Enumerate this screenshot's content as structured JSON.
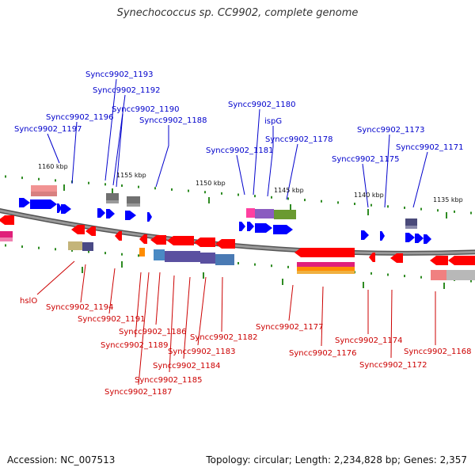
{
  "title": "Synechococcus sp. CC9902, complete genome",
  "footer": {
    "accession": "Accession: NC_007513",
    "summary": "Topology: circular; Length: 2,234,828 bp; Genes: 2,357"
  },
  "colors": {
    "upper_label": "#0000cc",
    "lower_label": "#cc0000",
    "forward_gene": "#0000ff",
    "reverse_gene": "#ff0000",
    "backbone": "#777777",
    "tick": "#2e8b22"
  },
  "scale_labels": [
    "1160 kbp",
    "1155 kbp",
    "1150 kbp",
    "1145 kbp",
    "1140 kbp",
    "1135 kbp"
  ],
  "upper_labels": [
    "Syncc9902_1193",
    "Syncc9902_1192",
    "Syncc9902_1190",
    "Syncc9902_1196",
    "Syncc9902_1188",
    "Syncc9902_1197",
    "Syncc9902_1180",
    "ispG",
    "Syncc9902_1178",
    "Syncc9902_1181",
    "Syncc9902_1173",
    "Syncc9902_1171",
    "Syncc9902_1175"
  ],
  "lower_labels": [
    "hslO",
    "Syncc9902_1194",
    "Syncc9902_1191",
    "Syncc9902_1186",
    "Syncc9902_1189",
    "Syncc9902_1182",
    "Syncc9902_1183",
    "Syncc9902_1184",
    "Syncc9902_1185",
    "Syncc9902_1187",
    "Syncc9902_1177",
    "Syncc9902_1176",
    "Syncc9902_1174",
    "Syncc9902_1172",
    "Syncc9902_1168"
  ]
}
